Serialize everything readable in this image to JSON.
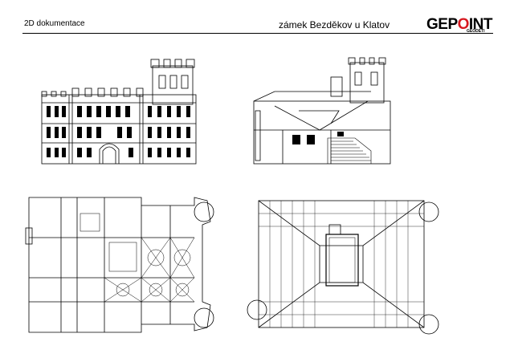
{
  "header": {
    "section_label": "2D dokumentace",
    "title": "zámek Bezděkov u Klatov"
  },
  "logo": {
    "text_pre": "GEP",
    "text_post": "INT",
    "subtext": "GEODETI",
    "accent_color": "#d71920"
  },
  "drawings": [
    {
      "id": "front-elevation"
    },
    {
      "id": "cross-section"
    },
    {
      "id": "ground-floor-plan"
    },
    {
      "id": "roof-plan"
    }
  ]
}
